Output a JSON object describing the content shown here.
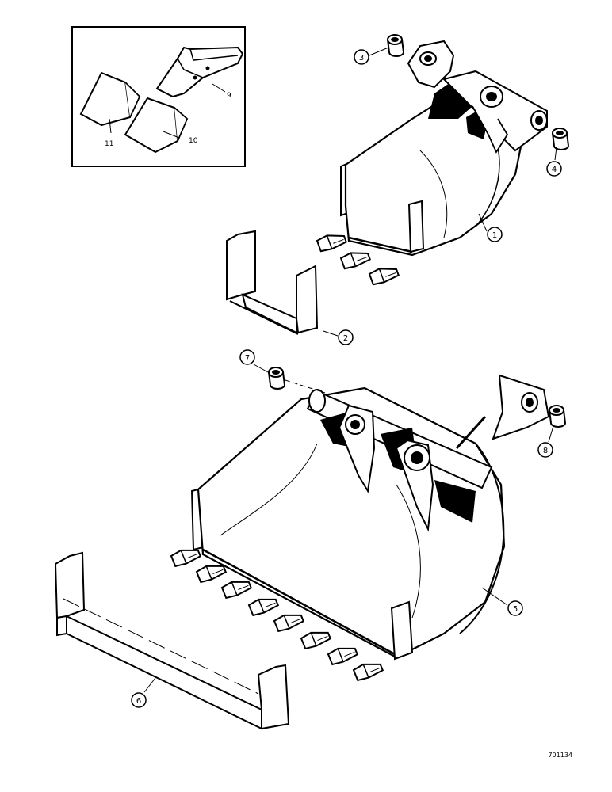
{
  "callouts": {
    "c1": "1",
    "c2": "2",
    "c3": "3",
    "c4": "4",
    "c5": "5",
    "c6": "6",
    "c7": "7",
    "c8": "8",
    "c9": "9",
    "c10": "10",
    "c11": "11"
  },
  "figure_code": "701134"
}
